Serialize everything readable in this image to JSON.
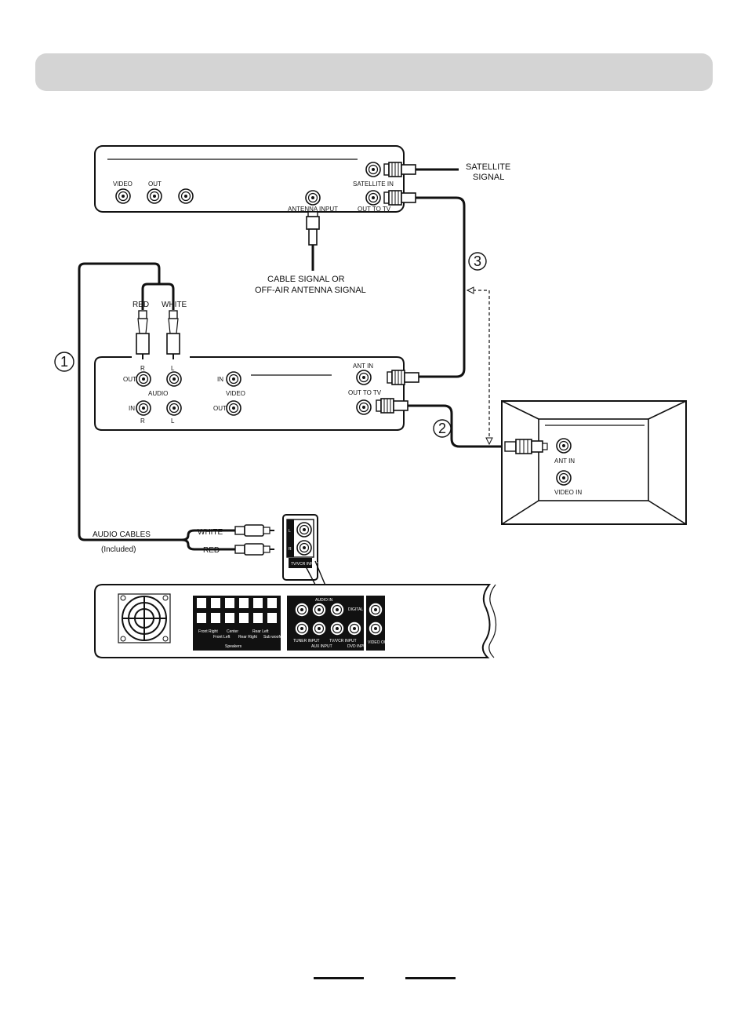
{
  "satellite_receiver": {
    "video_label": "VIDEO",
    "out_label": "OUT",
    "antenna_input_label": "ANTENNA INPUT",
    "satellite_in_label": "SATELLITE IN",
    "out_to_tv_label": "OUT TO TV"
  },
  "satellite_signal": {
    "line1": "SATELLITE",
    "line2": "SIGNAL"
  },
  "cable_signal": {
    "line1": "CABLE SIGNAL OR",
    "line2": "OFF-AIR ANTENNA SIGNAL"
  },
  "rca_plugs": {
    "red": "RED",
    "white": "WHITE"
  },
  "vcr": {
    "r": "R",
    "l": "L",
    "out": "OUT",
    "in": "IN",
    "audio": "AUDIO",
    "video": "VIDEO",
    "ant_in": "ANT IN",
    "out_to_tv": "OUT TO TV"
  },
  "tv": {
    "ant_in": "ANT IN",
    "video_in": "VIDEO IN"
  },
  "audio_cables": {
    "line1": "AUDIO CABLES",
    "line2": "(Included)",
    "white": "WHITE",
    "red": "RED"
  },
  "steps": [
    "1",
    "2",
    "3"
  ],
  "detail_box": {
    "left": "L",
    "right": "R",
    "tv_vcr_input": "TV/VCR INPUT"
  },
  "home_theater": {
    "speakers": [
      "Front Right",
      "Front Left",
      "Center",
      "Rear Right",
      "Rear Left",
      "Sub woofer"
    ],
    "speakers_caption": "Speakers",
    "audio_in": "AUDIO IN",
    "inputs": [
      "TUNER INPUT",
      "AUX INPUT",
      "TV/VCR INPUT",
      "DVD INPUT"
    ],
    "digital": "DIGITAL",
    "video_out": "VIDEO OUT"
  },
  "colors": {
    "header_bar": "#d4d4d4",
    "line": "#111111"
  }
}
